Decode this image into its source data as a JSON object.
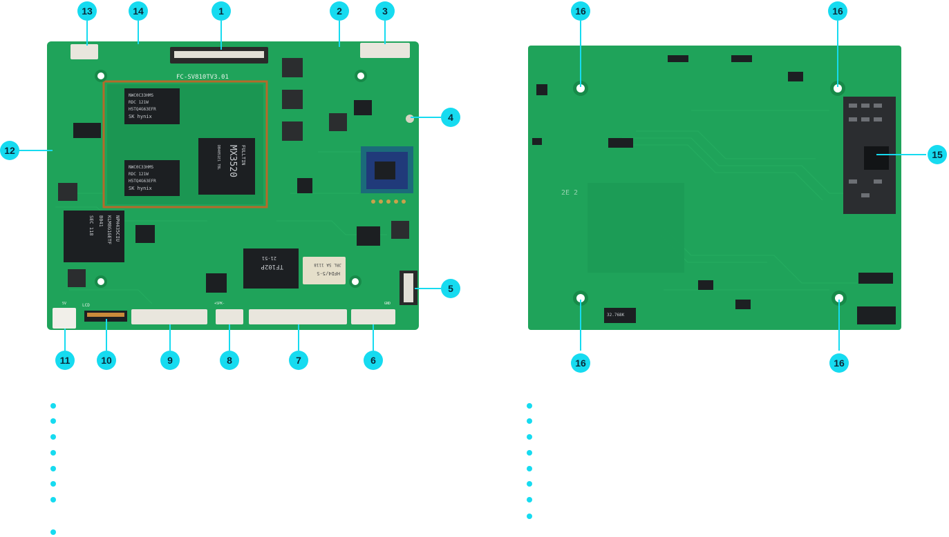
{
  "colors": {
    "accent": "#16dbf0",
    "pcb": "#1fa35a",
    "pcb_dark": "#178a49",
    "chip": "#1c1f22",
    "connector": "#e9e6dd"
  },
  "front_board": {
    "silkscreen": {
      "board_id": "FC-SV810TV3.01",
      "soc_brand": "FULLTIN",
      "soc_model": "MX3520",
      "soc_code": "DB4051E1 TBL",
      "ram_brand": "SK hynix",
      "ram_part": "H5TQ4G63EFR",
      "ram_sub": "RDC 121W",
      "ram_code": "NWC0C33HMS",
      "emmc_code": "NPH435CIU",
      "emmc_part": "KLM8G1GETF",
      "emmc_sub": "B041",
      "emmc_brand": "SEC 118",
      "transformer_brand": "TF102P",
      "transformer_code": "21-51",
      "relay_part": "HFD4/5-S",
      "relay_code": "JRL 5A 1118",
      "lcd_label": "LCD",
      "spk_label": "+SPK-",
      "gnd_label": "GND",
      "rst_label": "5V"
    }
  },
  "back_board": {
    "silkscreen": {
      "crystal_label": "32.768K",
      "mark": "2E 2"
    }
  },
  "callouts": {
    "front": [
      "1",
      "2",
      "3",
      "4",
      "5",
      "6",
      "7",
      "8",
      "9",
      "10",
      "11",
      "12",
      "13",
      "14"
    ],
    "back": [
      "16",
      "16",
      "15",
      "16",
      "16"
    ]
  },
  "bullet_lists": {
    "left": [
      "",
      "",
      "",
      "",
      "",
      "",
      "",
      ""
    ],
    "right": [
      "",
      "",
      "",
      "",
      "",
      "",
      "",
      ""
    ]
  }
}
